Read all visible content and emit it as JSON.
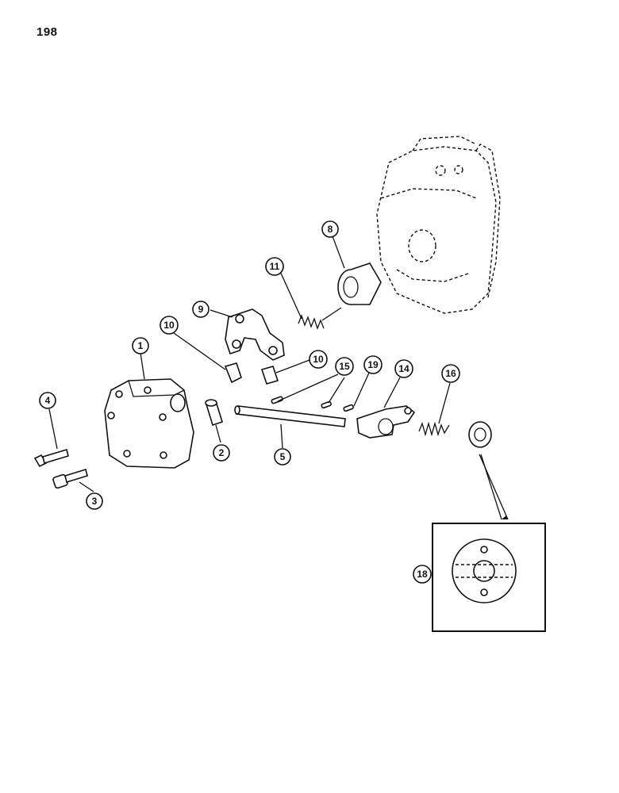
{
  "page": {
    "number": "198"
  },
  "callouts": [
    {
      "id": "1",
      "label": "1"
    },
    {
      "id": "2",
      "label": "2"
    },
    {
      "id": "3",
      "label": "3"
    },
    {
      "id": "4",
      "label": "4"
    },
    {
      "id": "5",
      "label": "5"
    },
    {
      "id": "8",
      "label": "8"
    },
    {
      "id": "9",
      "label": "9"
    },
    {
      "id": "10a",
      "label": "10"
    },
    {
      "id": "10b",
      "label": "10"
    },
    {
      "id": "11",
      "label": "11"
    },
    {
      "id": "14",
      "label": "14"
    },
    {
      "id": "15",
      "label": "15"
    },
    {
      "id": "16",
      "label": "16"
    },
    {
      "id": "18",
      "label": "18"
    },
    {
      "id": "19",
      "label": "19"
    }
  ]
}
